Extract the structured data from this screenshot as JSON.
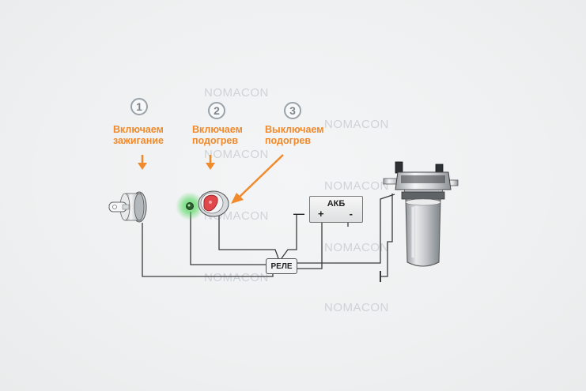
{
  "watermark": "NOMACON",
  "steps": [
    {
      "number": "1",
      "label_line1": "Включаем",
      "label_line2": "зажигание"
    },
    {
      "number": "2",
      "label_line1": "Включаем",
      "label_line2": "подогрев"
    },
    {
      "number": "3",
      "label_line1": "Выключаем",
      "label_line2": "подогрев"
    }
  ],
  "relay_label": "РЕЛЕ",
  "battery": {
    "label": "АКБ",
    "plus": "+",
    "minus": "-"
  },
  "ground_minus": "—",
  "colors": {
    "accent": "#f08a2a",
    "wire": "#3a3a3a",
    "indicator_green": "#3cd24a",
    "button_red": "#e0484c"
  }
}
